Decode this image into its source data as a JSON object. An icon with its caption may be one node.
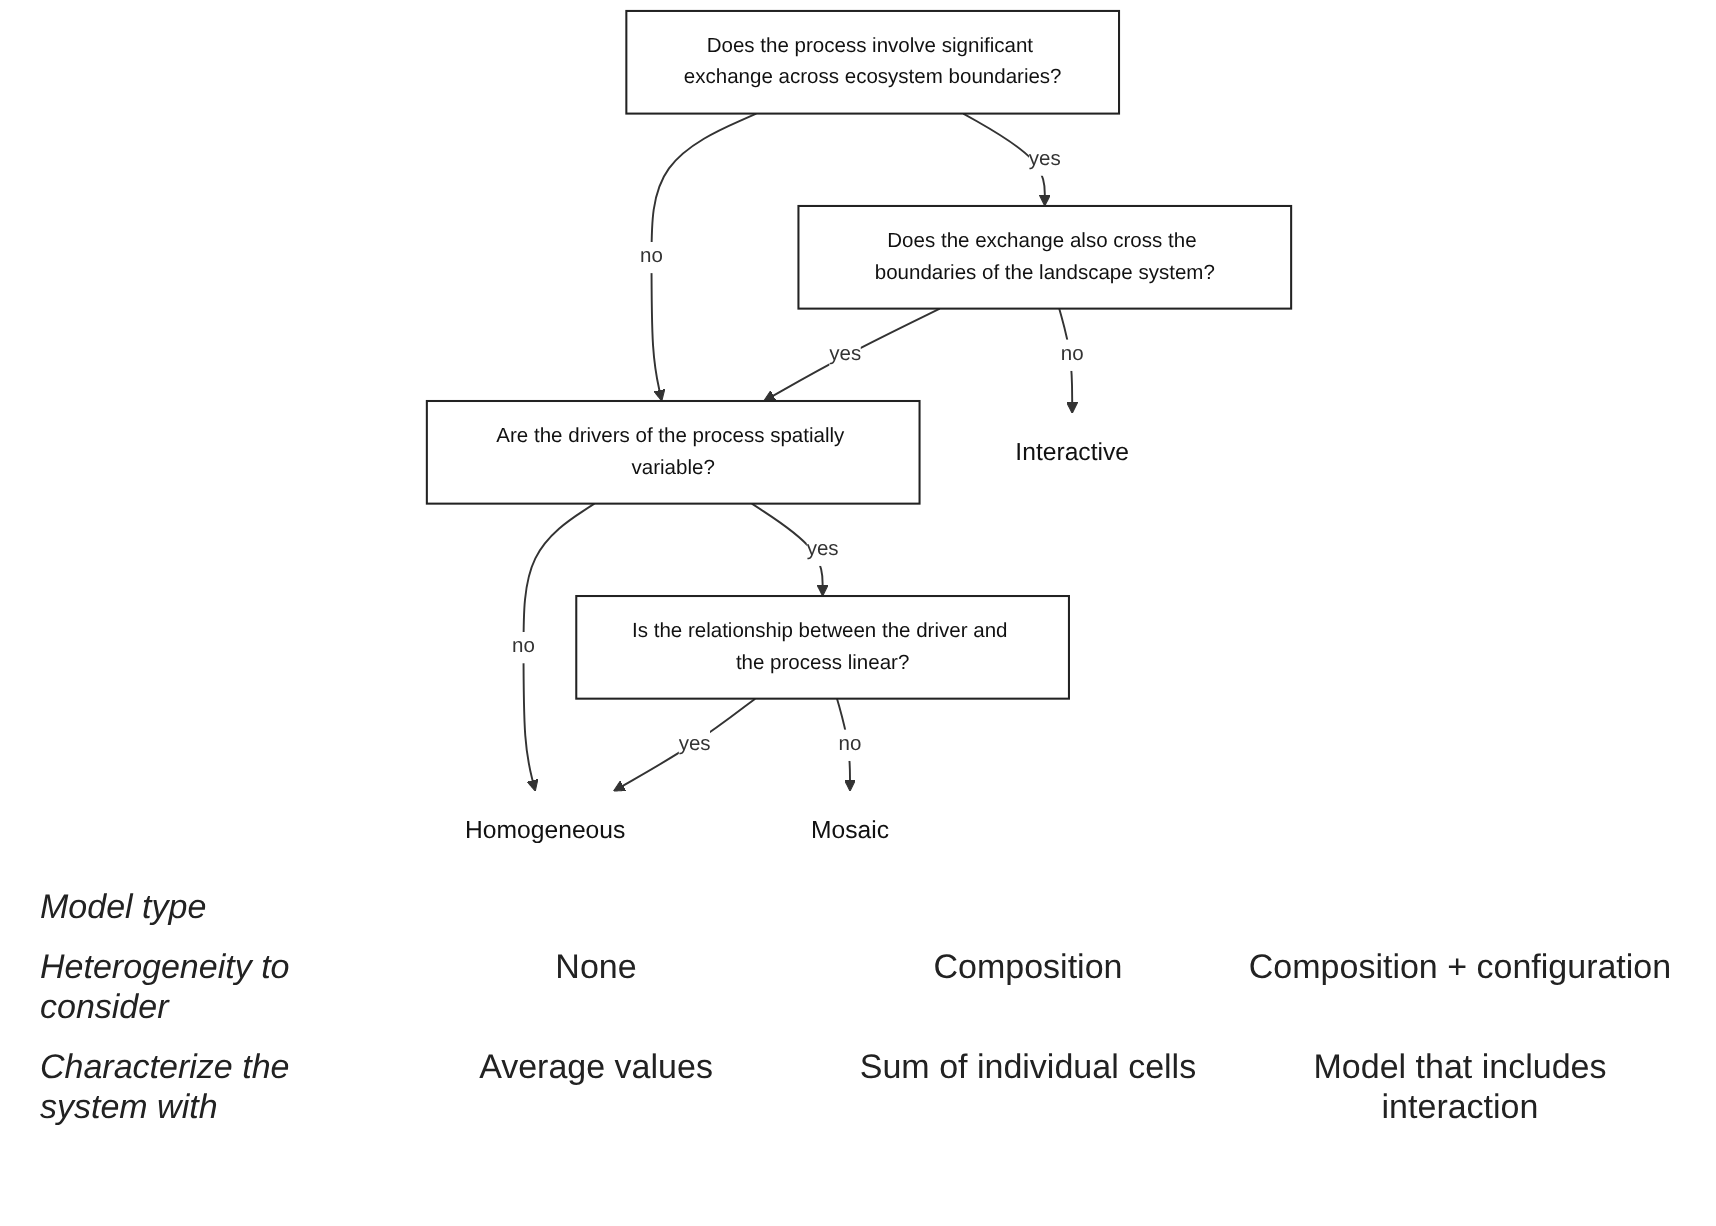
{
  "diagram": {
    "nodes": [
      {
        "text": [
          "Does the process involve significant exchange across ecosystem boundaries?"
        ]
      },
      {
        "text": [
          "Does the exchange also cross the boundaries of the landscape system?"
        ]
      },
      {
        "text": [
          "Are the drivers of the process spatially variable?"
        ]
      },
      {
        "text": [
          "Is the relationship between the driver and the process linear?"
        ]
      },
      {
        "text": [
          "Homogeneous"
        ]
      },
      {
        "text": [
          "Mosaic"
        ]
      },
      {
        "text": [
          "Interactive"
        ]
      }
    ],
    "edges": [
      {
        "from": 0,
        "to": 2,
        "label": "no",
        "arrow": "to"
      },
      {
        "from": 0,
        "to": 1,
        "label": "yes",
        "arrow": "to"
      },
      {
        "from": 1,
        "to": 2,
        "label": "yes",
        "arrow": "to"
      },
      {
        "from": 1,
        "to": 6,
        "label": "no",
        "arrow": "to"
      },
      {
        "from": 2,
        "to": 4,
        "label": "no",
        "arrow": "to"
      },
      {
        "from": 2,
        "to": 3,
        "label": "yes",
        "arrow": "to"
      },
      {
        "from": 3,
        "to": 4,
        "label": "yes",
        "arrow": "to"
      },
      {
        "from": 3,
        "to": 5,
        "label": "no",
        "arrow": "to"
      }
    ],
    "labels": [
      "Model type",
      "Heterogeneity to consider",
      "None",
      "Composition",
      "Composition + configuration",
      "Characterize the system with",
      "Average values",
      "Sum of individual cells",
      "Model that includes interaction"
    ]
  }
}
